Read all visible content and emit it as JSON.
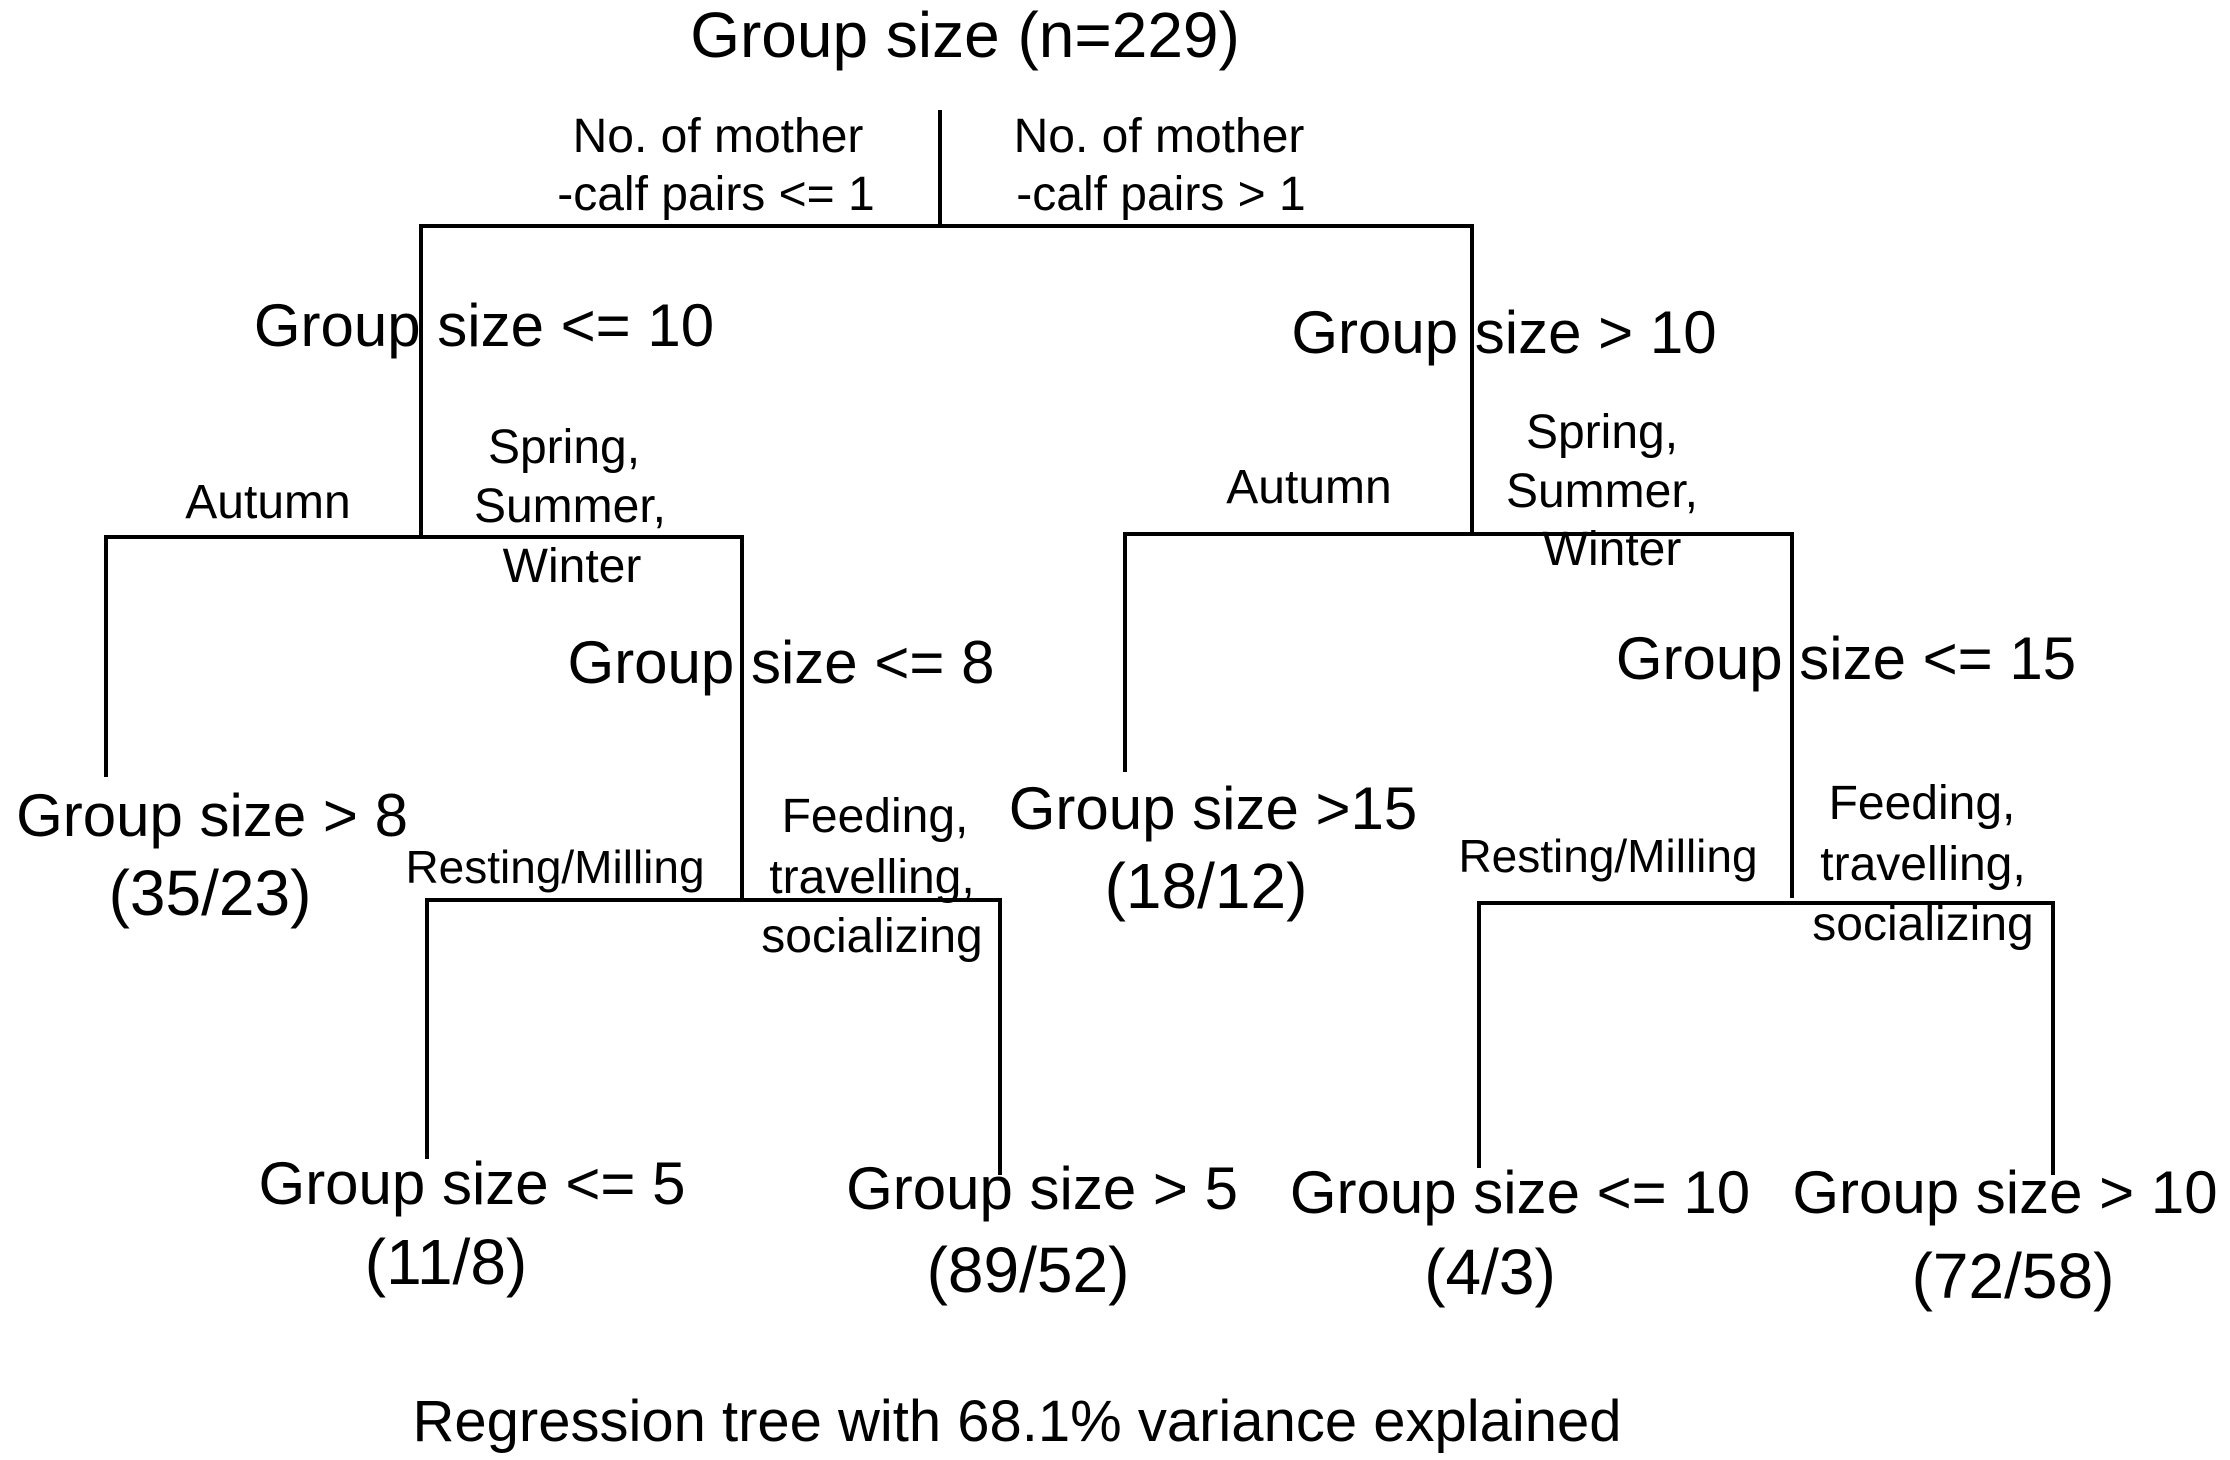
{
  "tree": {
    "root": "Group size (n=229)",
    "split1": {
      "left_line1": "No. of mother",
      "left_line2": "-calf pairs <= 1",
      "right_line1": "No. of mother",
      "right_line2": "-calf pairs > 1"
    },
    "left_branch": {
      "node": "Group size <= 10",
      "edge_autumn": "Autumn",
      "edge_other_1": "Spring,",
      "edge_other_2": "Summer,",
      "edge_other_3": "Winter",
      "leaf_autumn": {
        "label": "Group size > 8",
        "count": "(35/23)"
      },
      "inner_node": "Group size <= 8",
      "edge_resting": "Resting/Milling",
      "edge_feeding_1": "Feeding,",
      "edge_feeding_2": "travelling,",
      "edge_feeding_3": "socializing",
      "leaf_resting": {
        "label": "Group size <= 5",
        "count": "(11/8)"
      },
      "leaf_feeding": {
        "label": "Group size > 5",
        "count": "(89/52)"
      }
    },
    "right_branch": {
      "node": "Group size > 10",
      "edge_autumn": "Autumn",
      "edge_other_1": "Spring,",
      "edge_other_2": "Summer,",
      "edge_other_3": "Winter",
      "leaf_autumn": {
        "label": "Group size >15",
        "count": "(18/12)"
      },
      "inner_node": "Group size <= 15",
      "edge_resting": "Resting/Milling",
      "edge_feeding_1": "Feeding,",
      "edge_feeding_2": "travelling,",
      "edge_feeding_3": "socializing",
      "leaf_resting": {
        "label": "Group size <= 10",
        "count": "(4/3)"
      },
      "leaf_feeding": {
        "label": "Group size > 10",
        "count": "(72/58)"
      }
    },
    "caption": "Regression tree with 68.1% variance explained"
  }
}
